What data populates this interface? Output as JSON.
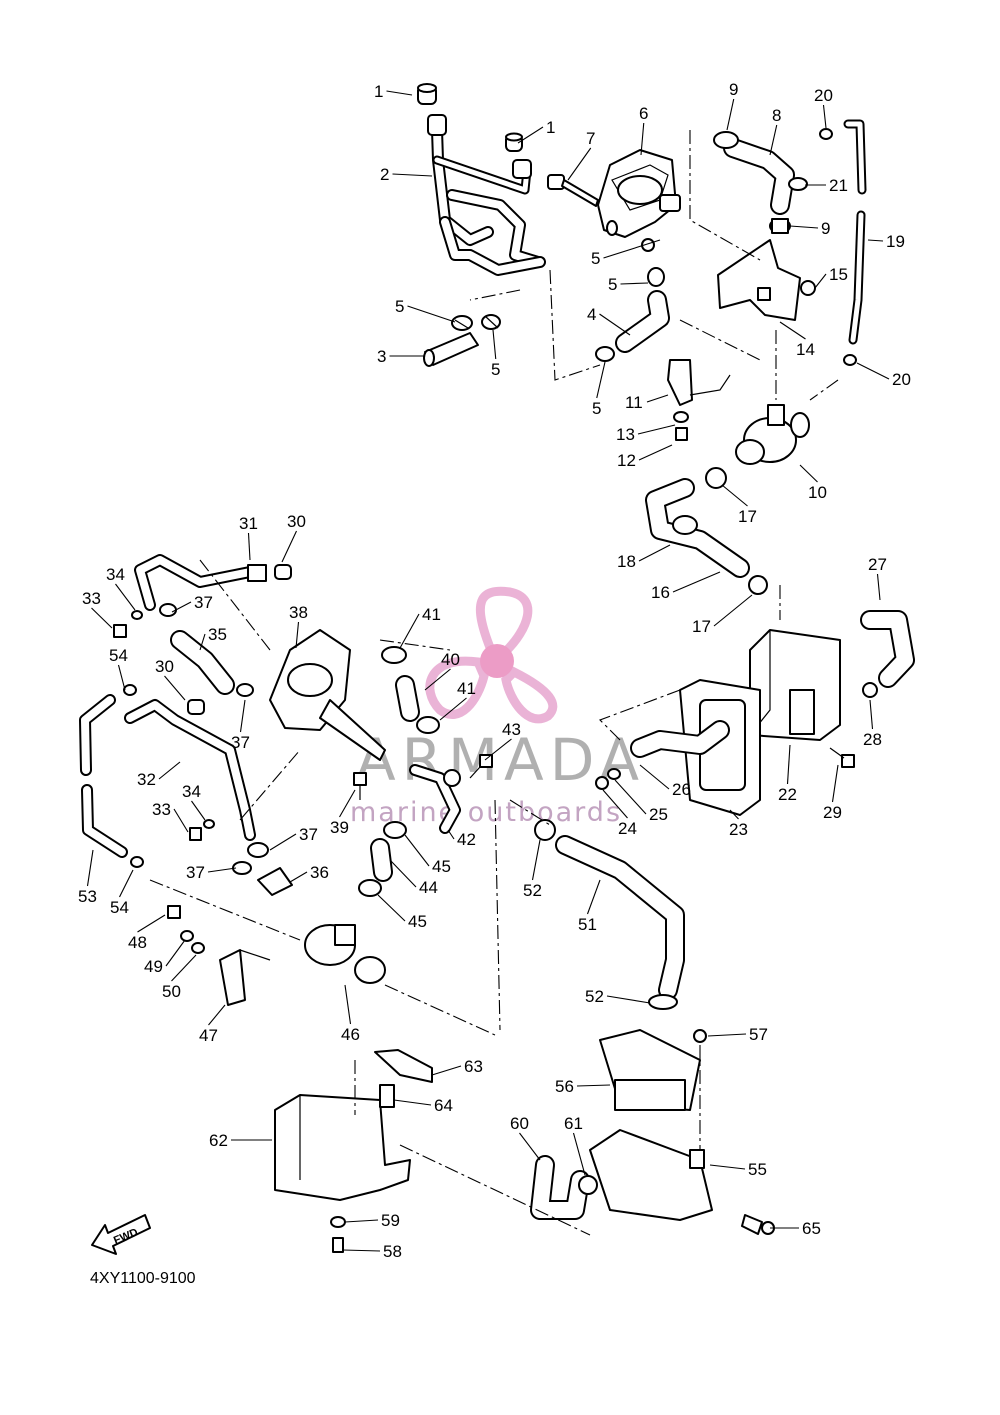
{
  "watermark": {
    "brand": "ARMADA",
    "tagline": "marine outboards",
    "logo_color": "#e7a6cf",
    "logo_hub_color": "#e98bbd",
    "brand_color": "#a9a9a9"
  },
  "direction_arrow": {
    "label": "FWD"
  },
  "diagram_code": "4XY1100-9100",
  "callouts": [
    "1",
    "1",
    "2",
    "3",
    "4",
    "5",
    "5",
    "5",
    "5",
    "5",
    "6",
    "7",
    "8",
    "9",
    "9",
    "10",
    "11",
    "12",
    "13",
    "14",
    "15",
    "16",
    "17",
    "17",
    "18",
    "19",
    "20",
    "20",
    "21",
    "22",
    "23",
    "24",
    "25",
    "26",
    "27",
    "28",
    "29",
    "30",
    "30",
    "31",
    "32",
    "33",
    "33",
    "34",
    "34",
    "35",
    "36",
    "37",
    "37",
    "37",
    "37",
    "38",
    "39",
    "40",
    "41",
    "41",
    "42",
    "43",
    "44",
    "45",
    "45",
    "46",
    "47",
    "48",
    "49",
    "50",
    "51",
    "52",
    "52",
    "53",
    "54",
    "54",
    "55",
    "56",
    "57",
    "58",
    "59",
    "60",
    "61",
    "62",
    "63",
    "64",
    "65"
  ]
}
